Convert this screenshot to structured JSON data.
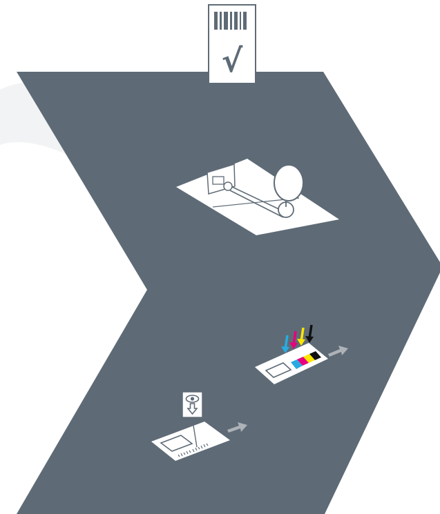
{
  "diagram": {
    "colors": {
      "chevron": "#5e6b76",
      "card": "#ffffff",
      "line": "#5e6b76",
      "arrow": "#aeb3b8",
      "swoosh": "#f2f3f4",
      "cyan": "#29abe2",
      "magenta": "#e6007e",
      "yellow": "#ffe600",
      "black": "#111111"
    },
    "tag": {
      "icon": "barcode-icon",
      "mark": "√"
    },
    "steps": [
      {
        "icon": "loupe-inspection-icon"
      },
      {
        "icon": "cmyk-print-icon",
        "ink_colors": [
          "cyan",
          "magenta",
          "yellow",
          "black"
        ]
      },
      {
        "icon": "visual-check-barcode-icon",
        "eye_glyph": "👁"
      }
    ]
  }
}
